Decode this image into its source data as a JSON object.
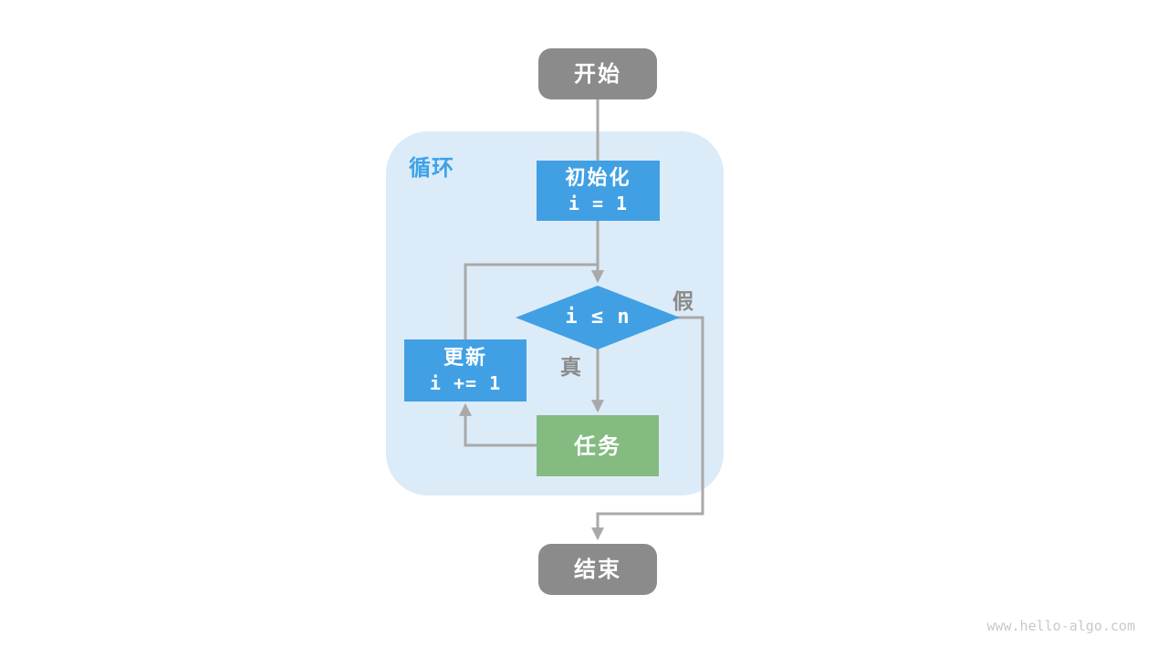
{
  "watermark": "www.hello-algo.com",
  "colors": {
    "node_blue": "#41a0e4",
    "node_green": "#84bb80",
    "node_gray": "#8b8b8b",
    "container_bg": "#dcebf8",
    "loop_label": "#3da2e8",
    "arrow": "#a9a9a9",
    "edge_label": "#8a8a8a",
    "watermark": "#c9c9c9"
  },
  "diagram": {
    "container_label": "循环",
    "nodes": {
      "start": {
        "label": "开始"
      },
      "init": {
        "label": "初始化",
        "code": "i = 1"
      },
      "condition": {
        "code": "i ≤ n"
      },
      "update": {
        "label": "更新",
        "code": "i += 1"
      },
      "task": {
        "label": "任务"
      },
      "end": {
        "label": "结束"
      }
    },
    "edges": {
      "true_label": "真",
      "false_label": "假"
    }
  }
}
